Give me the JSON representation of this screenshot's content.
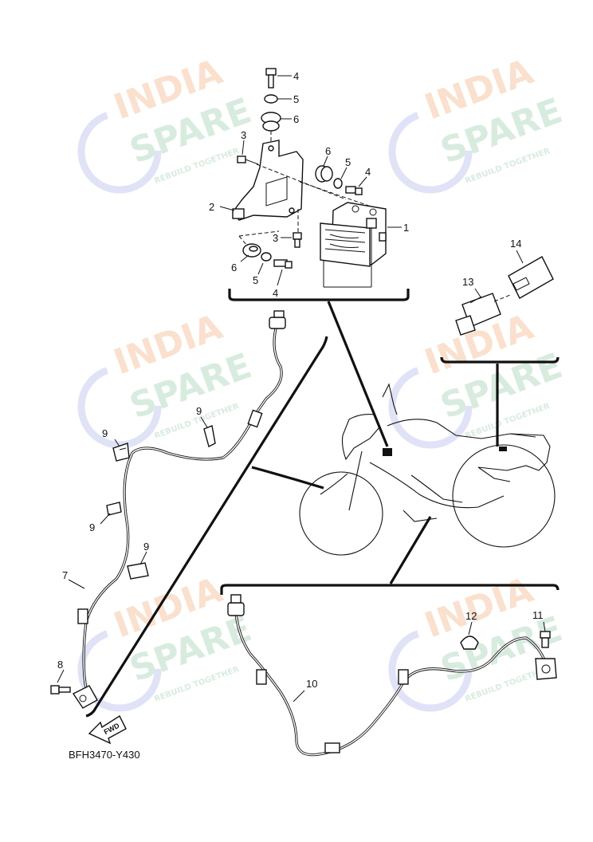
{
  "figure_code": "BFH3470-Y430",
  "fwd_label": "FWD",
  "watermark": {
    "line1": "INDIA",
    "line2": "SPARE",
    "tagline": "REBUILD TOGETHER"
  },
  "callouts": {
    "c1": "1",
    "c2": "2",
    "c3a": "3",
    "c3b": "3",
    "c4a": "4",
    "c4b": "4",
    "c4c": "4",
    "c5a": "5",
    "c5b": "5",
    "c5c": "5",
    "c6a": "6",
    "c6b": "6",
    "c6c": "6",
    "c7": "7",
    "c8": "8",
    "c9a": "9",
    "c9b": "9",
    "c9c": "9",
    "c9d": "9",
    "c10": "10",
    "c11": "11",
    "c12": "12",
    "c13": "13",
    "c14": "14"
  },
  "colors": {
    "line": "#111111",
    "wm_orange": "#f6c7a4",
    "wm_green": "#b7dcc4",
    "wm_blue": "#c7cdf0"
  }
}
